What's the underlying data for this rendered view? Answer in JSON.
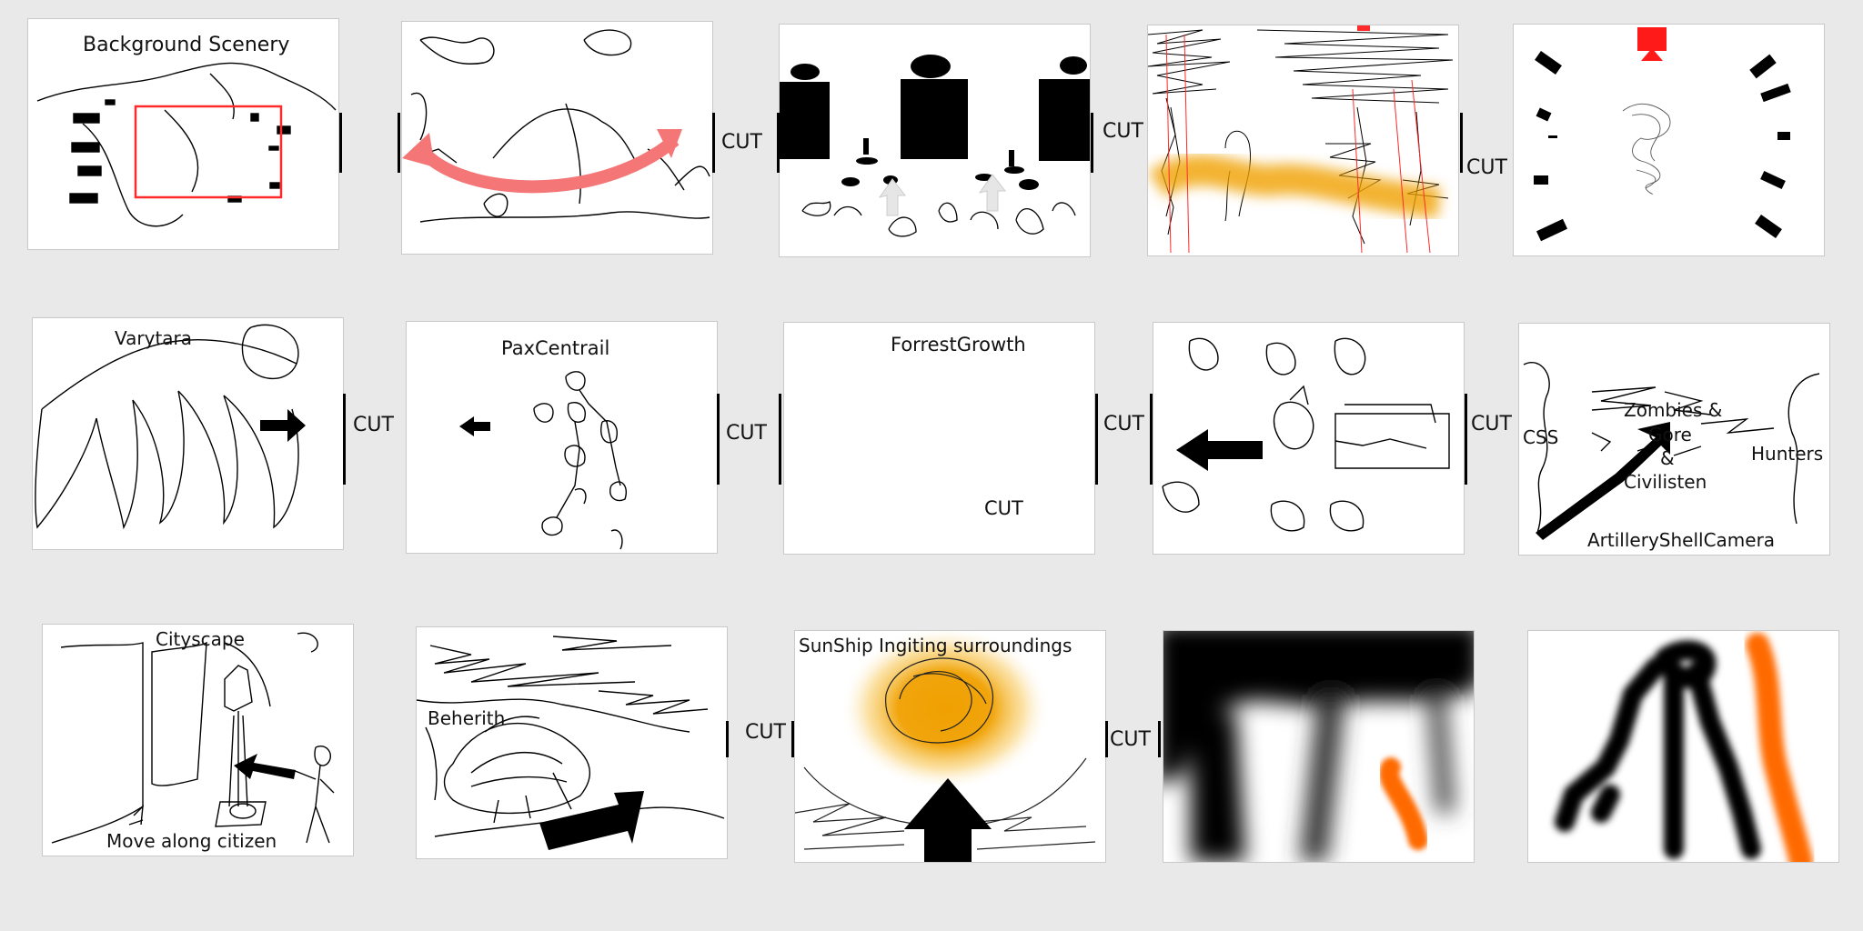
{
  "storyboard": {
    "row1": [
      {
        "label": "Background Scenery"
      },
      {
        "label": ""
      },
      {
        "label": ""
      },
      {
        "label": ""
      },
      {
        "label": ""
      }
    ],
    "row2": [
      {
        "label": "Varytara"
      },
      {
        "label": "PaxCentrail"
      },
      {
        "label": "ForrestGrowth",
        "inner_cut": "CUT"
      },
      {
        "label": ""
      },
      {
        "labels": {
          "left": "CSS",
          "center_top": "Zombies &",
          "center_mid": "Gore",
          "center_amp": "&",
          "center_bot": "Civilisten",
          "right": "Hunters",
          "bottom": "ArtilleryShellCamera"
        }
      }
    ],
    "row3": [
      {
        "label": "Cityscape",
        "caption": "Move along citizen"
      },
      {
        "label": "Beherith"
      },
      {
        "label": "SunShip Ingiting surroundings"
      },
      {
        "label": ""
      },
      {
        "label": ""
      }
    ],
    "cut_label": "CUT",
    "colors": {
      "background": "#e9e9e9",
      "highlight_red": "#ff3b3b",
      "arrow_pink": "#f47676",
      "glow_orange": "#f0a000",
      "paint_orange": "#ff6a00"
    }
  }
}
